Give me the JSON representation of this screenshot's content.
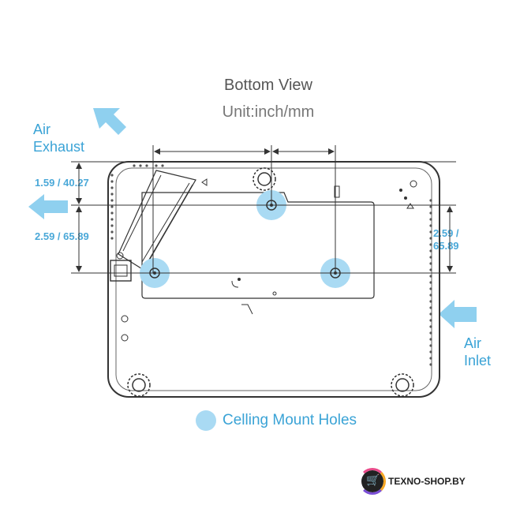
{
  "title": "Bottom View",
  "subtitle": "Unit:inch/mm",
  "air_exhaust": [
    "Air",
    "Exhaust"
  ],
  "air_inlet": [
    "Air",
    "Inlet"
  ],
  "dim_left_top": "1.59 / 40.27",
  "dim_left_bottom": "2.59 / 65.89",
  "dim_right": [
    "2.59 /",
    "65.89"
  ],
  "legend_label": "Celling Mount Holes",
  "watermark": "TEXNO-SHOP.BY",
  "colors": {
    "accent": "#3aa3d6",
    "mount_hole": "#a9daf3",
    "arrow": "#8fd0ef",
    "outline": "#333333"
  }
}
